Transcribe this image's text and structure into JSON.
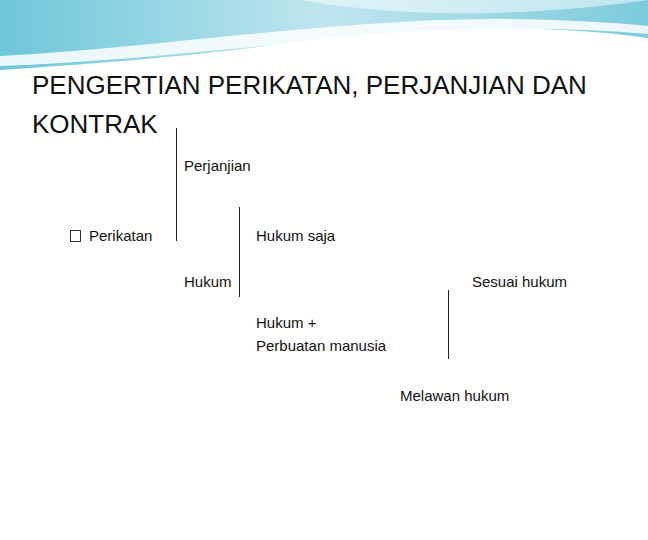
{
  "diagram": {
    "title": "PENGERTIAN PERIKATAN, PERJANJIAN DAN KONTRAK",
    "labels": [
      "Perjanjian",
      "Perikatan",
      "Hukum saja",
      "Hukum",
      "Sesuai hukum",
      "Hukum + Perbuatan manusia",
      "Melawan hukum"
    ]
  }
}
